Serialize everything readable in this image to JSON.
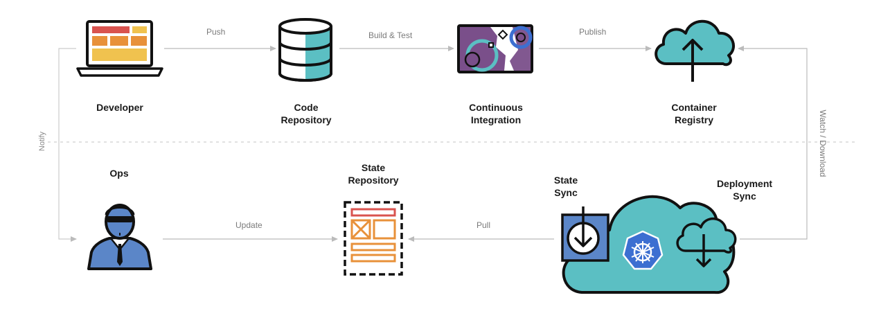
{
  "nodes": {
    "developer": "Developer",
    "code_repository": [
      "Code",
      "Repository"
    ],
    "continuous_integration": [
      "Continuous",
      "Integration"
    ],
    "container_registry": [
      "Container",
      "Registry"
    ],
    "ops": "Ops",
    "state_repository": [
      "State",
      "Repository"
    ],
    "state_sync": [
      "State",
      "Sync"
    ],
    "deployment_sync": [
      "Deployment",
      "Sync"
    ]
  },
  "edges": {
    "push": "Push",
    "build_test": "Build & Test",
    "publish": "Publish",
    "update": "Update",
    "pull": "Pull",
    "notify": "Notify",
    "watch_download": "Watch / Download"
  },
  "icons": {
    "developer": "laptop-icon",
    "code_repository": "database-icon",
    "continuous_integration": "gears-icon",
    "container_registry": "cloud-upload-icon",
    "ops": "ops-person-icon",
    "state_repository": "document-icon",
    "state_sync": "clock-download-icon",
    "cluster": "kubernetes-cloud-icon",
    "deployment_sync": "cloud-download-icon"
  },
  "colors": {
    "teal": "#5bbfc3",
    "red": "#d9534f",
    "yellow": "#f0c24f",
    "orange": "#e8913a",
    "purple": "#7a4f8a",
    "blue": "#3c6fd1",
    "ops_blue": "#5b86c8",
    "line": "#bbbbbb",
    "outline": "#111111"
  }
}
